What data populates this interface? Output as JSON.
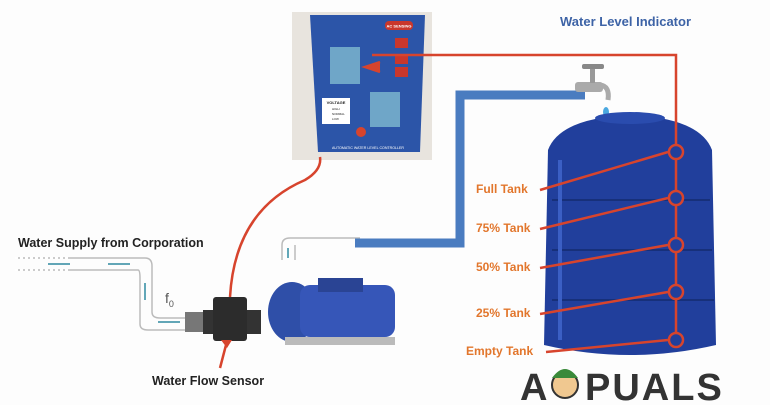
{
  "title": "Water Level Indicator",
  "labels": {
    "supply": "Water Supply from Corporation",
    "flow_symbol": "f",
    "flow_sub": "0",
    "sensor": "Water Flow Sensor"
  },
  "tank_levels": [
    "Full Tank",
    "75% Tank",
    "50% Tank",
    "25% Tank",
    "Empty Tank"
  ],
  "controller": {
    "ac_sensing": "AC SENSING",
    "voltage": "VOLTAGE",
    "voltage_levels": [
      "HIGH",
      "NORMAL",
      "LOW"
    ],
    "name": "AUTOMATIC WATER LEVEL CONTROLLER"
  },
  "logo": "APPUALS",
  "colors": {
    "wire": "#d7442d",
    "label": "#e2762c",
    "pipe": "#4a7cc0",
    "tank": "#1f3f9a",
    "title": "#3d63a6"
  }
}
